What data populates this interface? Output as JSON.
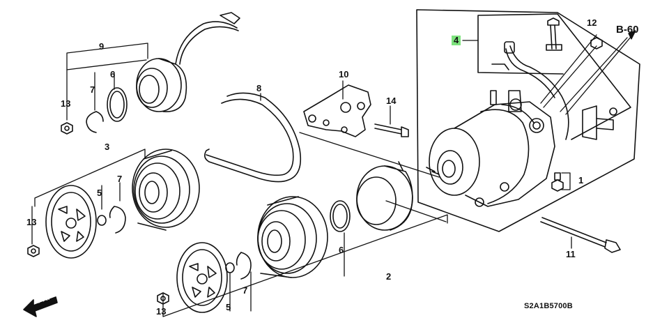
{
  "diagram": {
    "ref_code": "B-60",
    "drawing_code": "S2A1B5700B",
    "front_marker": "FR."
  },
  "callouts": {
    "c1": "1",
    "c2": "2",
    "c3": "3",
    "c4": "4",
    "c5a": "5",
    "c5b": "5",
    "c6a": "6",
    "c6b": "6",
    "c7a": "7",
    "c7b": "7",
    "c7c": "7",
    "c8": "8",
    "c9": "9",
    "c10": "10",
    "c11": "11",
    "c12": "12",
    "c13a": "13",
    "c13b": "13",
    "c13c": "13",
    "c14": "14"
  },
  "colors": {
    "ink": "#111111",
    "highlight": "#7de27d",
    "background": "#ffffff"
  }
}
